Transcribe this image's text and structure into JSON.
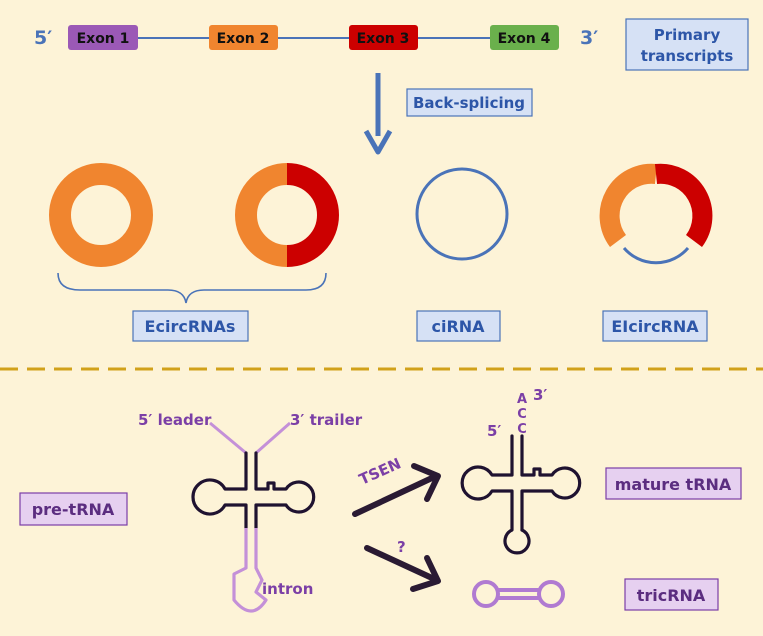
{
  "top": {
    "five_prime": "5′",
    "three_prime": "3′",
    "exons": [
      "Exon 1",
      "Exon 2",
      "Exon 3",
      "Exon 4"
    ],
    "primary_line1": "Primary",
    "primary_line2": "transcripts",
    "back_splicing": "Back-splicing",
    "ecircrnas": "EcircRNAs",
    "cirna": "ciRNA",
    "elcircrna": "EIcircRNA"
  },
  "bottom": {
    "leader": "5′ leader",
    "trailer": "3′ trailer",
    "pre_trna": "pre-tRNA",
    "intron": "intron",
    "tsen": "TSEN",
    "question": "?",
    "mature_five": "5′",
    "mature_three": "3′",
    "acc": [
      "A",
      "C",
      "C"
    ],
    "mature_trna": "mature tRNA",
    "tricrna": "tricRNA"
  },
  "colors": {
    "background": "#fdf3d7",
    "exon1": "#9b59b6",
    "exon2": "#f0852f",
    "exon3": "#cc0000",
    "exon4": "#6ab04c",
    "blue": "#4a73b8",
    "label_box": "#d6e1f5",
    "purple": "#7b3fa6",
    "purple_box": "#e6d0f0",
    "light_purple": "#c490d8",
    "divider": "#d1a11a",
    "dark": "#1f1230"
  }
}
